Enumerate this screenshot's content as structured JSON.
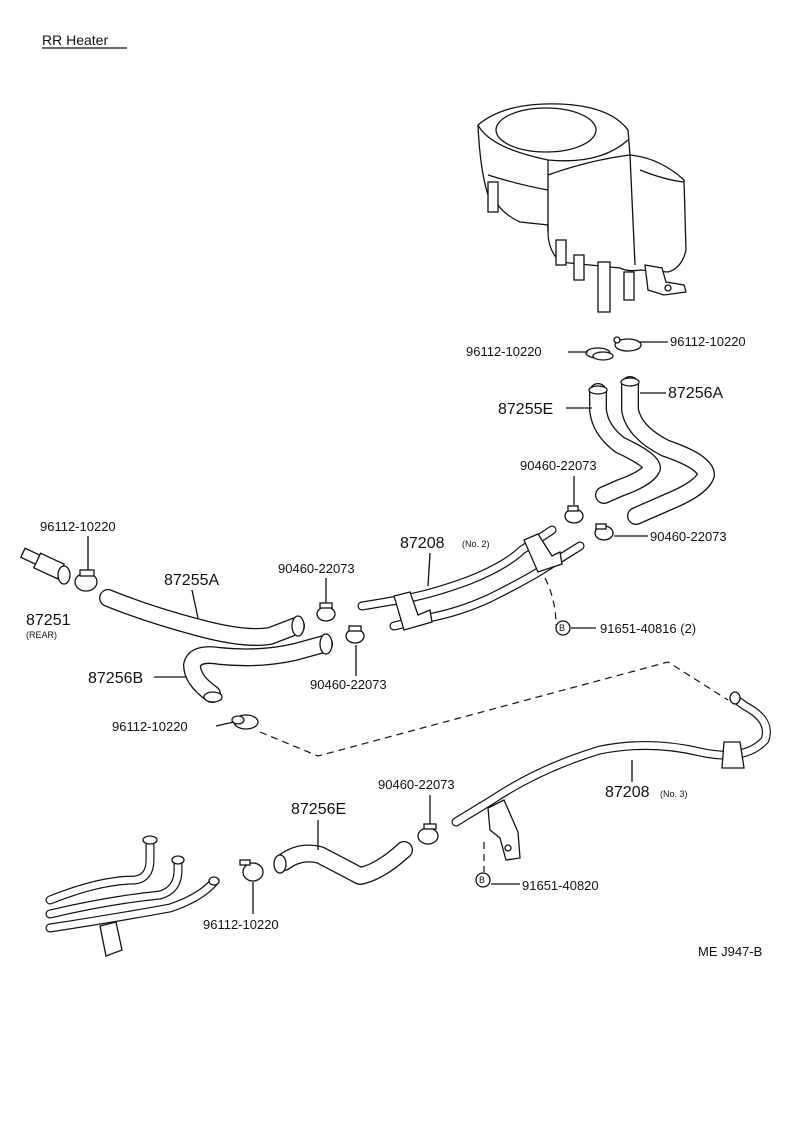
{
  "diagram": {
    "title": "RR Heater",
    "code": "ME J947-B",
    "bolt_marker": "B",
    "labels": {
      "clamp_a_top": "96112-10220",
      "clamp_b_top": "96112-10220",
      "hose_87255E": "87255E",
      "hose_87256A": "87256A",
      "clip_upper_1": "90460-22073",
      "clip_upper_2": "90460-22073",
      "pipe_no2_num": "87208",
      "pipe_no2_sub": "(No. 2)",
      "bolt_upper": "91651-40816 (2)",
      "clamp_left": "96112-10220",
      "joint_87251": "87251",
      "joint_rear": "(REAR)",
      "hose_87255A": "87255A",
      "clip_mid_1": "90460-22073",
      "clip_mid_2": "90460-22073",
      "hose_87256B": "87256B",
      "clamp_mid": "96112-10220",
      "clip_lower": "90460-22073",
      "pipe_no3_num": "87208",
      "pipe_no3_sub": "(No. 3)",
      "hose_87256E": "87256E",
      "bolt_lower": "91651-40820",
      "clamp_bottom": "96112-10220"
    }
  }
}
